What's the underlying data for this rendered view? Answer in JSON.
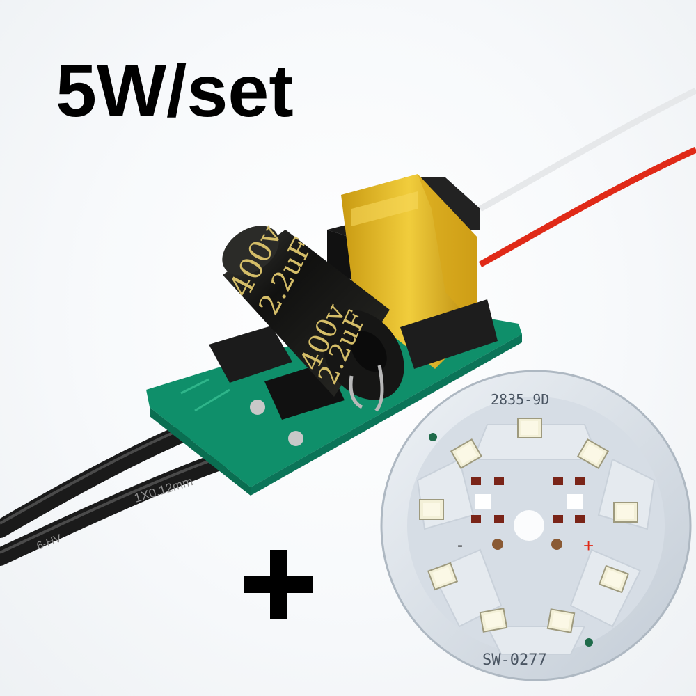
{
  "headline": "5W/set",
  "driver": {
    "capacitor_voltage": "400v",
    "capacitor_capacity": "2.2uF",
    "pcb_print": "1X0.12mm",
    "wire_print": "6-HV"
  },
  "led_board": {
    "top_label": "2835-9D",
    "bottom_label": "SW-0277",
    "minus": "-",
    "plus": "+"
  },
  "colors": {
    "pcb": "#0f8f6a",
    "transformer": "#e3b72a",
    "capacitor": "#1c1c1a",
    "red_wire": "#e02a18",
    "aluminum": "#cdd6df"
  }
}
